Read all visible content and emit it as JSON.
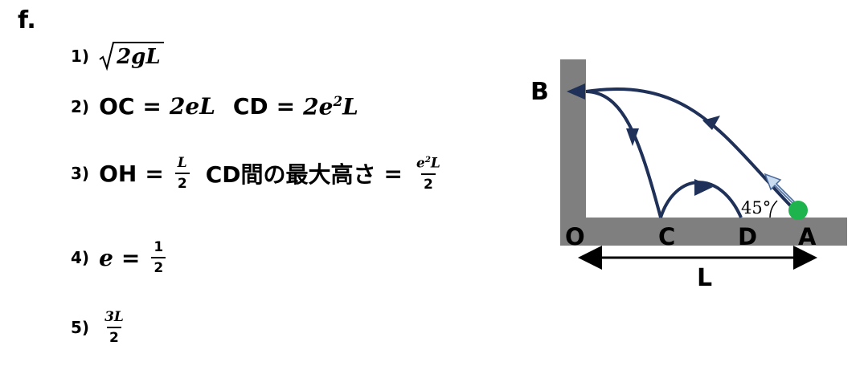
{
  "heading": "f.",
  "answers": {
    "a1": {
      "num": "1)",
      "radicand": "2gL"
    },
    "a2": {
      "num": "2)",
      "oc_label": "OC",
      "eq": "=",
      "oc_value": "2eL",
      "cd_label": "CD",
      "cd_value_base": "2e",
      "cd_value_exp": "2",
      "cd_value_tail": "L"
    },
    "a3": {
      "num": "3)",
      "oh_label": "OH",
      "eq": "=",
      "oh_num": "L",
      "oh_den": "2",
      "cd_text": "CD間の最大高さ",
      "h_num_base": "e",
      "h_num_exp": "2",
      "h_num_tail": "L",
      "h_den": "2"
    },
    "a4": {
      "num": "4)",
      "var": "e",
      "eq": "=",
      "frac_num": "1",
      "frac_den": "2"
    },
    "a5": {
      "num": "5)",
      "frac_num": "3L",
      "frac_den": "2"
    }
  },
  "diagram": {
    "labels": {
      "B": "B",
      "O": "O",
      "C": "C",
      "D": "D",
      "A": "A",
      "L": "L",
      "angle": "45°"
    },
    "colors": {
      "wall": "#7f7f7f",
      "path": "#1f3158",
      "ball": "#1db34d",
      "launch_arrow_fill": "#c9dcf0",
      "launch_arrow_stroke": "#4a6a9a"
    }
  }
}
